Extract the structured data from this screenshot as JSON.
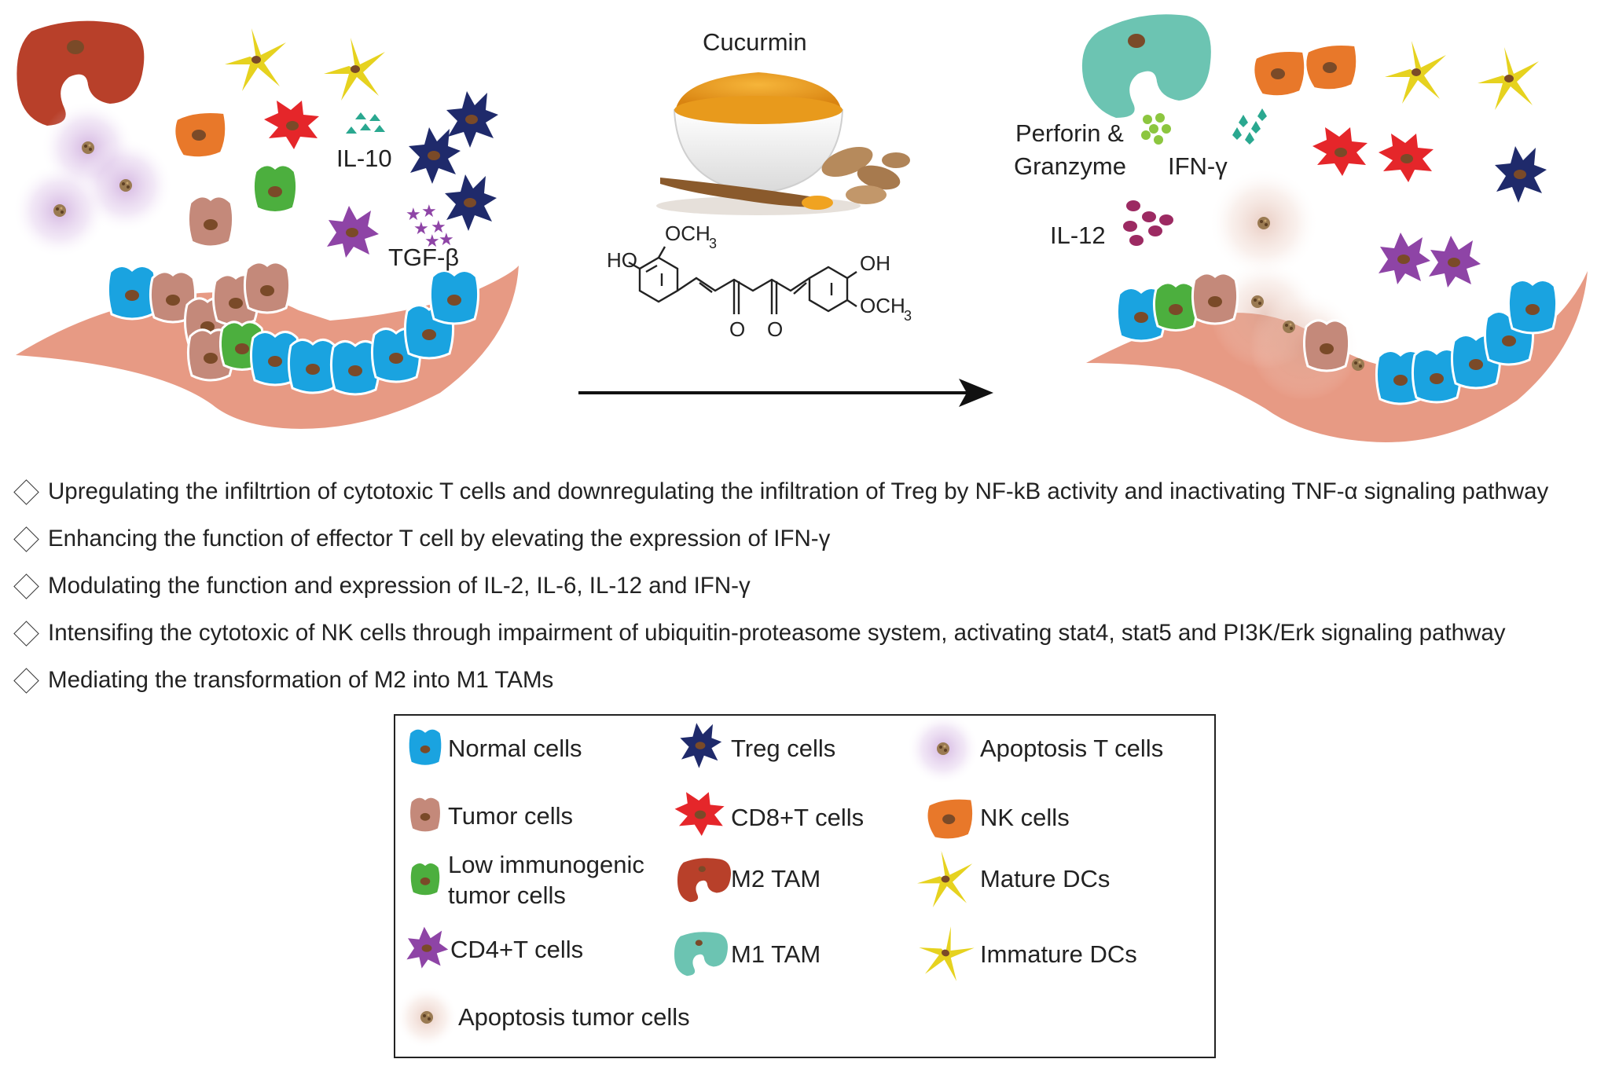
{
  "top": {
    "compound_name": "Cucurmin",
    "left_labels": {
      "il10": "IL-10",
      "tgfb": "TGF-β"
    },
    "right_labels": {
      "perforin": "Perforin &",
      "granzyme": "Granzyme",
      "ifng": "IFN-γ",
      "il12": "IL-12"
    },
    "structure_labels": {
      "ho": "HO",
      "och3_left": "OCH",
      "sub3": "3",
      "oh": "OH",
      "och3_right": "OCH",
      "o1": "O",
      "o2": "O"
    }
  },
  "bullets": [
    "Upregulating the infiltrtion of cytotoxic T cells and downregulating the infiltration of Treg by NF-kB activity and inactivating TNF-α signaling pathway",
    "Enhancing the function of effector T cell by elevating the expression of IFN-γ",
    "Modulating the function and expression of IL-2, IL-6, IL-12 and IFN-γ",
    "Intensifing the cytotoxic of NK cells through impairment of ubiquitin-proteasome system, activating stat4, stat5 and PI3K/Erk signaling pathway",
    "Mediating the transformation of M2 into M1 TAMs"
  ],
  "legend": {
    "normal_cells": "Normal cells",
    "treg_cells": "Treg cells",
    "apoptosis_t_cells": "Apoptosis T cells",
    "tumor_cells": "Tumor cells",
    "cd8_t_cells": "CD8+T cells",
    "nk_cells": "NK cells",
    "low_immunogenic_1": "Low immunogenic",
    "low_immunogenic_2": "tumor cells",
    "m2_tam": "M2 TAM",
    "mature_dcs": "Mature DCs",
    "cd4_t_cells": "CD4+T cells",
    "m1_tam": "M1 TAM",
    "immature_dcs": "Immature DCs",
    "apoptosis_tumor_cells": "Apoptosis tumor cells"
  },
  "colors": {
    "normal": "#1aa3e0",
    "tumor": "#c4897a",
    "low_immunogenic": "#4caf3e",
    "treg": "#1f2a6b",
    "cd8": "#e5262a",
    "m2_tam": "#b8402a",
    "m1_tam": "#6cc4b2",
    "cd4": "#8e44a6",
    "nk": "#e8782a",
    "dc": "#e6d21f",
    "nucleus": "#7a4a28",
    "tissue": "#e79a84",
    "turmeric": "#e9a021"
  }
}
